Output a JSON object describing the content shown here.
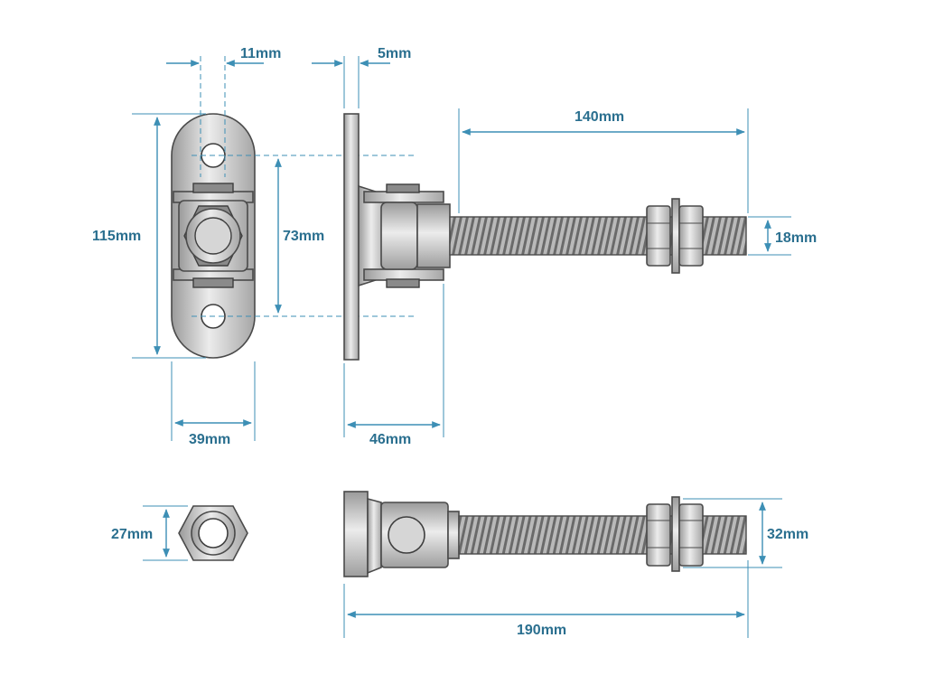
{
  "drawing": {
    "colors": {
      "dimension": "#3d8fb5",
      "label": "#2a6f8f",
      "metal_light": "#e4e4e4",
      "metal_dark": "#9a9a9a",
      "outline": "#3e3e3e"
    },
    "dimensions": {
      "hole_offset": "11mm",
      "plate_thickness": "5mm",
      "thread_length": "140mm",
      "plate_height": "115mm",
      "hole_spacing": "73mm",
      "thread_diameter": "18mm",
      "plate_width": "39mm",
      "eye_depth": "46mm",
      "nut_width": "27mm",
      "washer_diameter": "32mm",
      "overall_length": "190mm"
    }
  }
}
